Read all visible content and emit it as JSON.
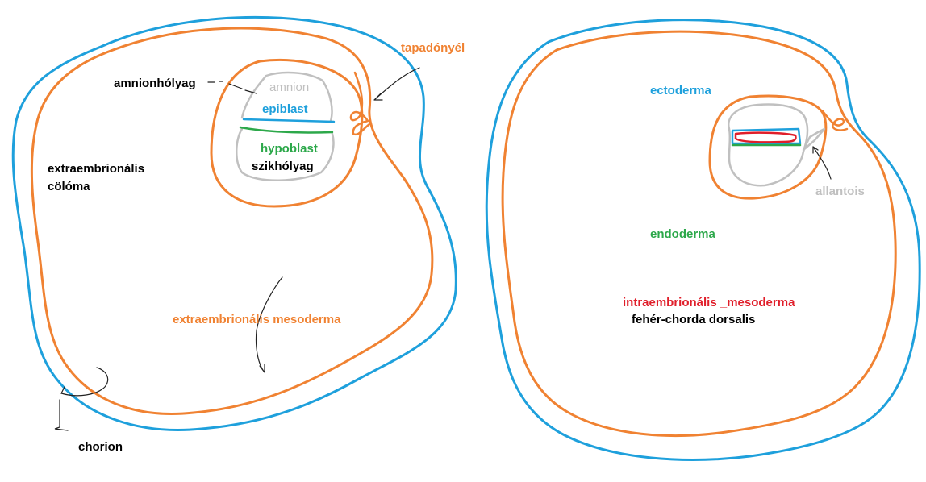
{
  "colors": {
    "chorion": "#1ea0dc",
    "mesoderm": "#f08232",
    "amnion": "#c0c0c0",
    "epiblast": "#1ea0dc",
    "hypoblast": "#2ca84a",
    "label_dark": "#000000",
    "intra_mesoderm": "#e01e2a"
  },
  "left_panel": {
    "labels": {
      "tapadonyel": "tapadónyél",
      "amnionholyag": "amnionhólyag",
      "amnion": "amnion",
      "epiblast": "epiblast",
      "hypoblast": "hypoblast",
      "szikholyag": "szikhólyag",
      "coloma_line1": "extraembrionális",
      "coloma_line2": "cölóma",
      "extra_mesoderm": "extraembrionális mesoderma",
      "chorion": "chorion"
    }
  },
  "right_panel": {
    "labels": {
      "ectoderma": "ectoderma",
      "allantois": "allantois",
      "endoderma": "endoderma",
      "intra_mesoderm": "intraembrionális _mesoderma",
      "chorda": "fehér-chorda dorsalis"
    }
  }
}
